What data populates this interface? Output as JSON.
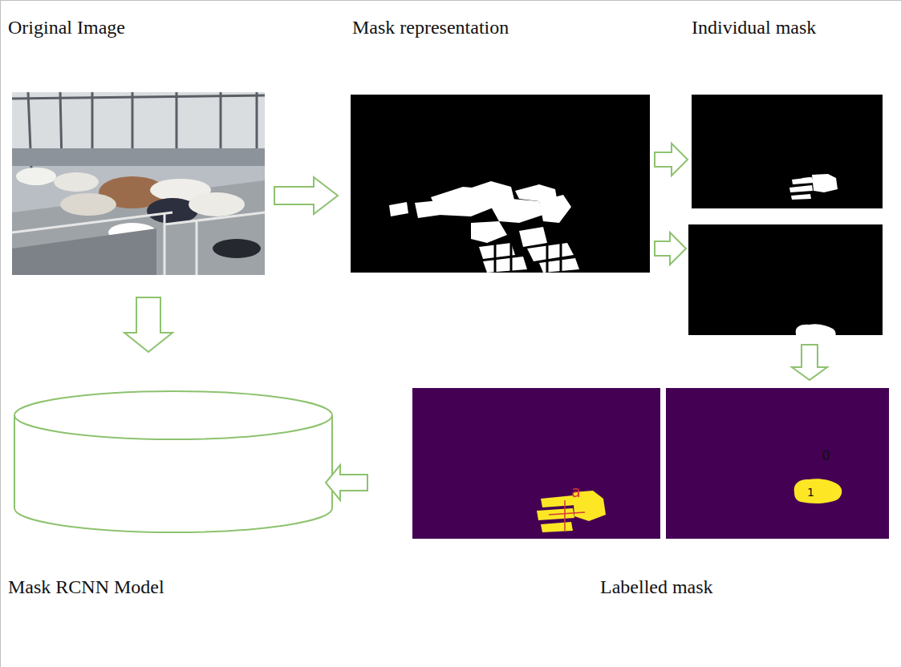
{
  "diagram": {
    "nodes": [
      {
        "text": [
          "Original Image"
        ]
      },
      {
        "text": [
          "Mask representation"
        ]
      },
      {
        "text": [
          "Individual mask"
        ]
      },
      {
        "text": [
          "Labelled mask"
        ]
      },
      {
        "text": [
          "Mask RCNN Model"
        ]
      }
    ],
    "edges": [
      {
        "from": 0,
        "to": 1,
        "arrow": "to"
      },
      {
        "from": 1,
        "to": 2,
        "arrow": "to"
      },
      {
        "from": 2,
        "to": 3,
        "arrow": "to"
      },
      {
        "from": 3,
        "to": 4,
        "arrow": "to"
      },
      {
        "from": 0,
        "to": 4,
        "arrow": "to"
      }
    ],
    "labels": [
      "a",
      "0",
      "1"
    ]
  }
}
